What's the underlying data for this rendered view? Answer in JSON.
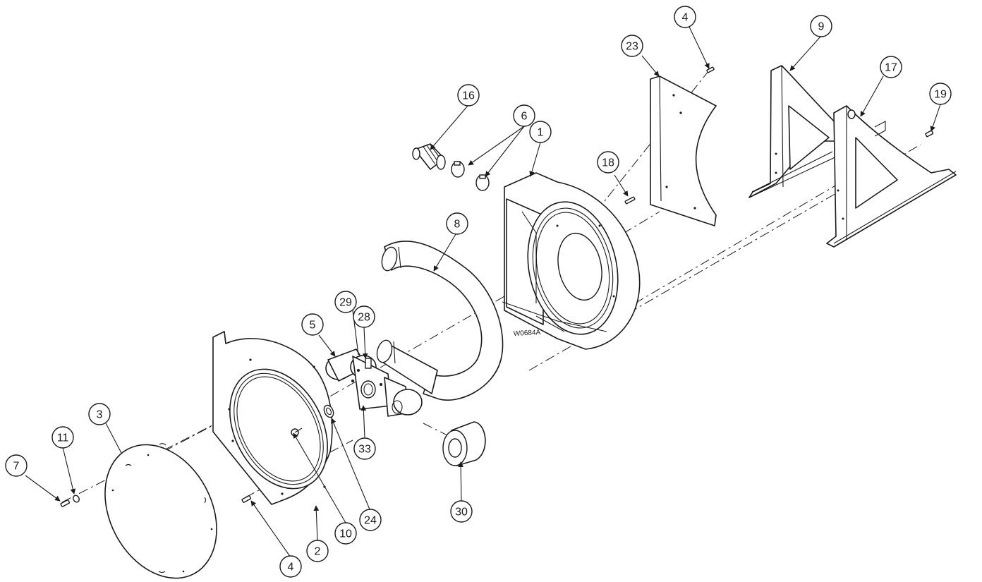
{
  "drawing_id": "W0684A",
  "callouts": [
    "1",
    "2",
    "3",
    "4",
    "4",
    "5",
    "6",
    "7",
    "8",
    "9",
    "10",
    "11",
    "16",
    "17",
    "18",
    "19",
    "23",
    "24",
    "28",
    "29",
    "30",
    "33"
  ]
}
